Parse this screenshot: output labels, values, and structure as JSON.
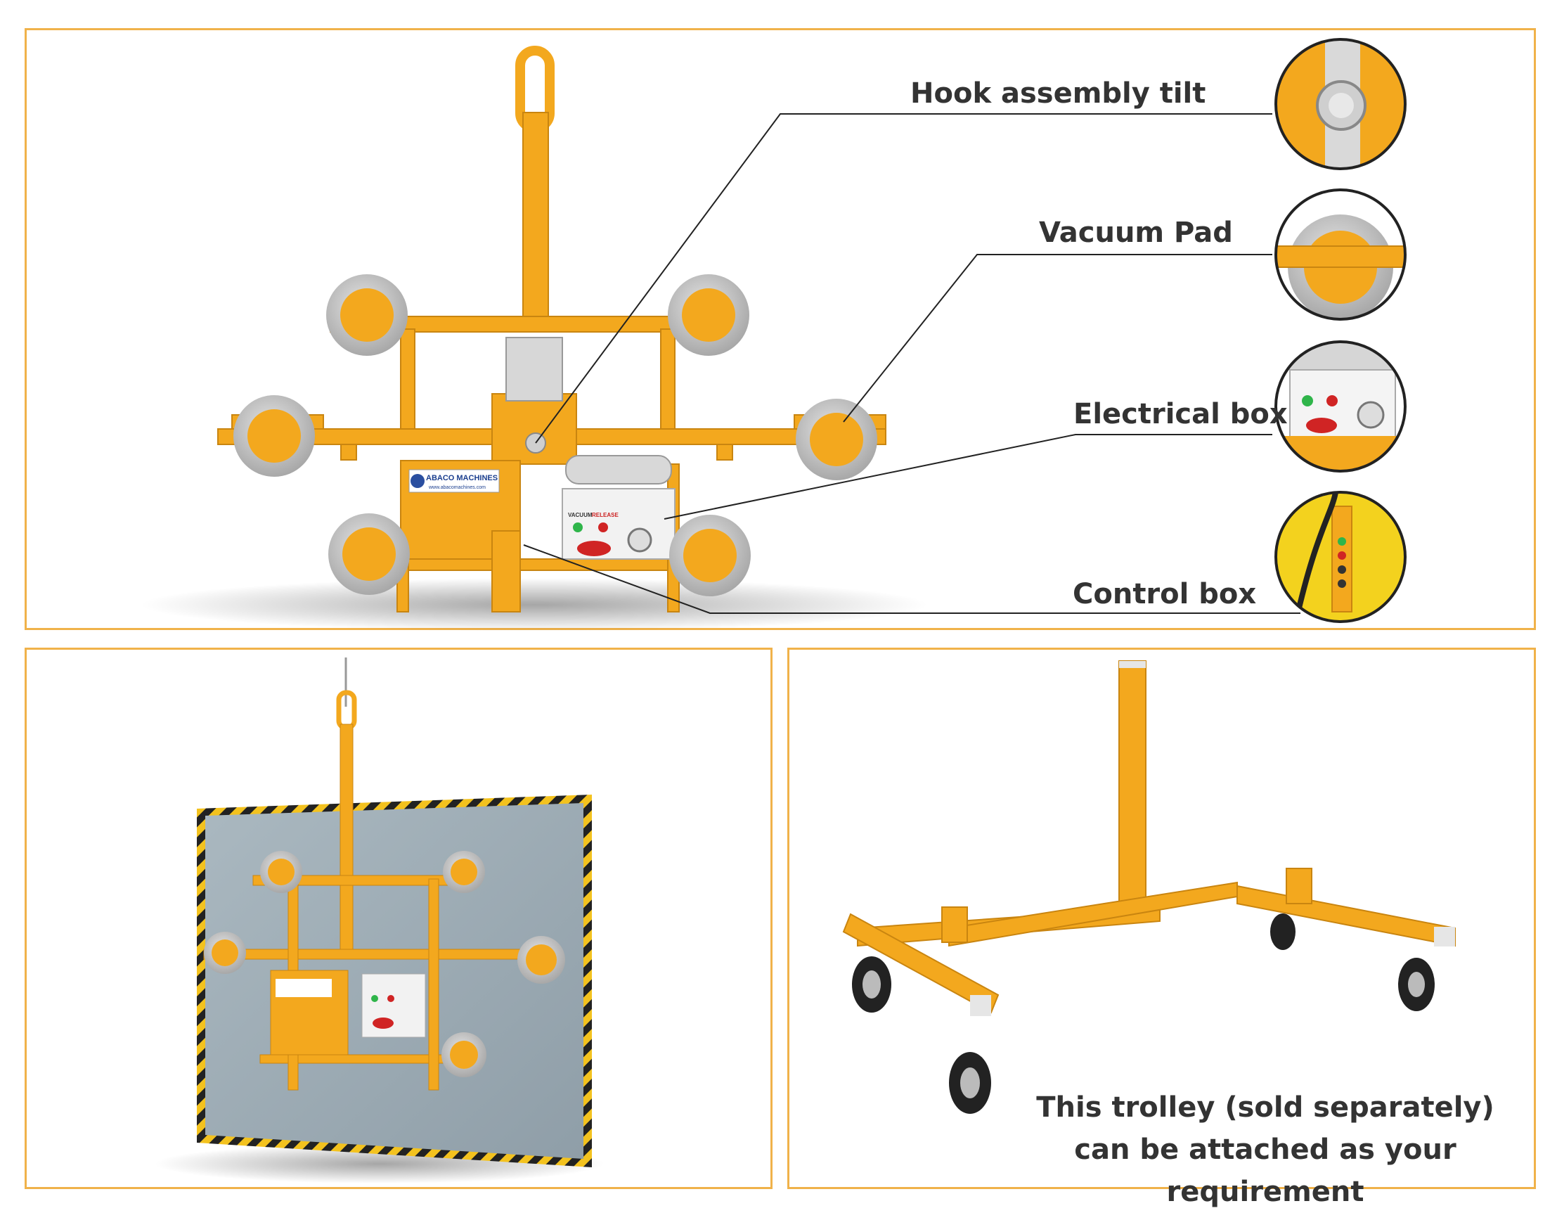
{
  "callouts": {
    "hook": "Hook assembly tilt",
    "pad": "Vacuum Pad",
    "electrical": "Electrical box",
    "control": "Control box"
  },
  "brand": {
    "name": "ABACO MACHINES",
    "url": "www.abacomachines.com"
  },
  "box_labels": {
    "vacuum": "VACUUM",
    "release": "RELEASE"
  },
  "trolley_note": {
    "line1": "This trolley (sold separately)",
    "line2": "can be attached as your requirement"
  },
  "colors": {
    "frame": "#f0b24a",
    "machine": "#f3a81e",
    "machine_dark": "#c98510",
    "text": "#333333"
  }
}
